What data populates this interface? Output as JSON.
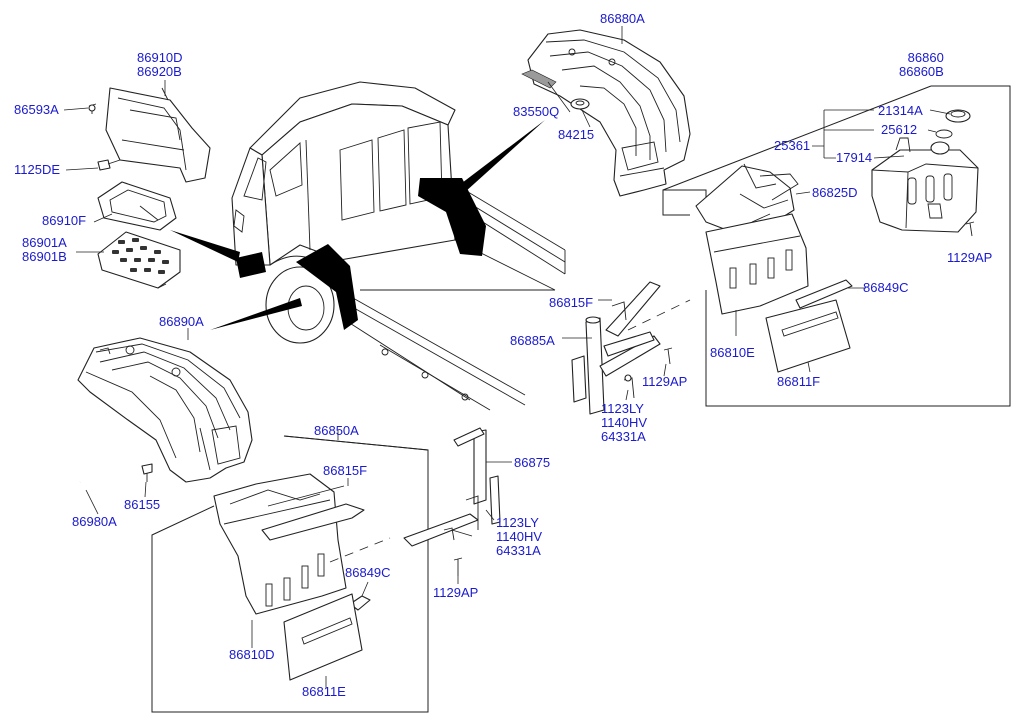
{
  "labels": {
    "p86910d": "86910D",
    "p86920b": "86920B",
    "p86593a": "86593A",
    "p1125de": "1125DE",
    "p86910f": "86910F",
    "p86901a": "86901A",
    "p86901b": "86901B",
    "p86890a": "86890A",
    "p86980a": "86980A",
    "p86155": "86155",
    "p86880a": "86880A",
    "p83550q": "83550Q",
    "p84215": "84215",
    "p86860": "86860",
    "p86860b": "86860B",
    "p21314a": "21314A",
    "p25612": "25612",
    "p25361": "25361",
    "p17914": "17914",
    "p86825d": "86825D",
    "p1129ap_tr": "1129AP",
    "p86849c_r": "86849C",
    "p86810e": "86810E",
    "p86811f": "86811F",
    "p86815f_r": "86815F",
    "p86885a": "86885A",
    "p1129ap_m": "1129AP",
    "p1123ly_m": "1123LY",
    "p1140hv_m": "1140HV",
    "p64331a_m": "64331A",
    "p86850a": "86850A",
    "p86815f_b": "86815F",
    "p86875": "86875",
    "p1123ly_b": "1123LY",
    "p1140hv_b": "1140HV",
    "p64331a_b": "64331A",
    "p86849c_b": "86849C",
    "p1129ap_b": "1129AP",
    "p86810d": "86810D",
    "p86811e": "86811E"
  }
}
